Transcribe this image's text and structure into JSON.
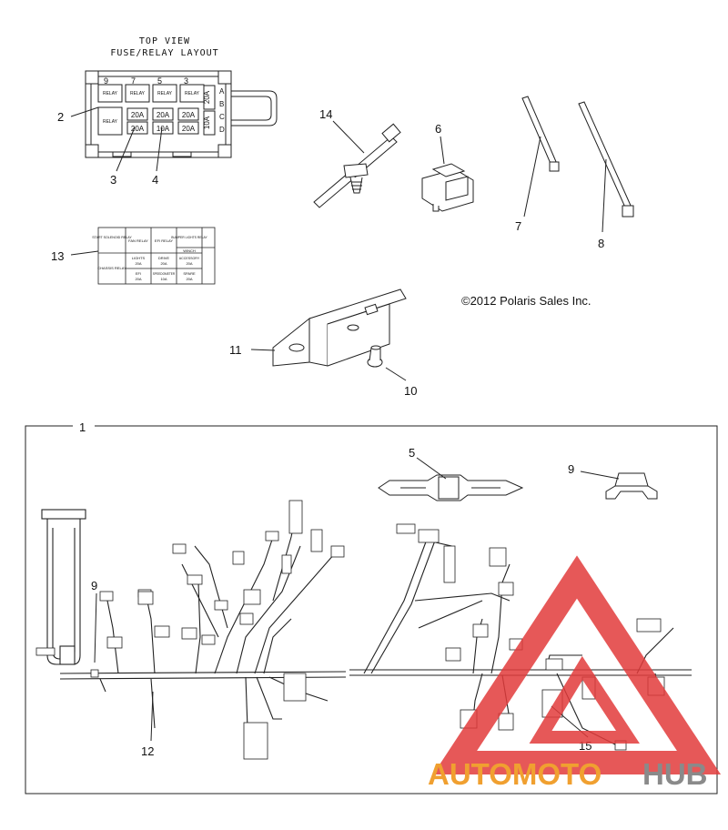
{
  "diagram": {
    "title_line1": "TOP VIEW",
    "title_line2": "FUSE/RELAY LAYOUT",
    "copyright": "©2012 Polaris Sales Inc.",
    "callouts": {
      "c1": "1",
      "c2": "2",
      "c3": "3",
      "c4": "4",
      "c5": "5",
      "c6": "6",
      "c7": "7",
      "c8": "8",
      "c9a": "9",
      "c9b": "9",
      "c10": "10",
      "c11": "11",
      "c12": "12",
      "c13": "13",
      "c14": "14",
      "c15": "15"
    },
    "fuse_box": {
      "top_numbers": [
        "9",
        "7",
        "5",
        "3"
      ],
      "side_letters": [
        "A",
        "B",
        "C",
        "D"
      ],
      "relay_label": "RELAY",
      "row2": [
        "20A",
        "20A",
        "20A"
      ],
      "row3": [
        "20A",
        "10A",
        "20A"
      ],
      "side_fuse_1": "20A",
      "side_fuse_2": "10A"
    },
    "decal": {
      "r1c1": "START SOLENOID RELAY",
      "r1c2": "FAN RELAY",
      "r1c3": "EFI RELAY",
      "r1c4": "BUMPER LIGHTS RELAY",
      "r2c1": "CHASSIS RELAY",
      "r2c2a": "LIGHTS",
      "r2c2b": "20A",
      "r2c3a": "DRIVE",
      "r2c3b": "20A",
      "r2c4a": "ACCESSORY",
      "r2c4b": "20A",
      "r3c2a": "EFI",
      "r3c2b": "20A",
      "r3c3a": "SPEEDOMETER",
      "r3c3b": "10A",
      "r3c4a": "SPARE",
      "r3c4b": "20A",
      "winch": "WINCH"
    },
    "watermark": {
      "part1": "AUTOMOTO",
      "part2": "HUB"
    },
    "colors": {
      "line": "#222222",
      "watermark_orange": "#f0a030",
      "watermark_red": "#e23b3b",
      "watermark_gray": "#8a8a8a"
    }
  }
}
